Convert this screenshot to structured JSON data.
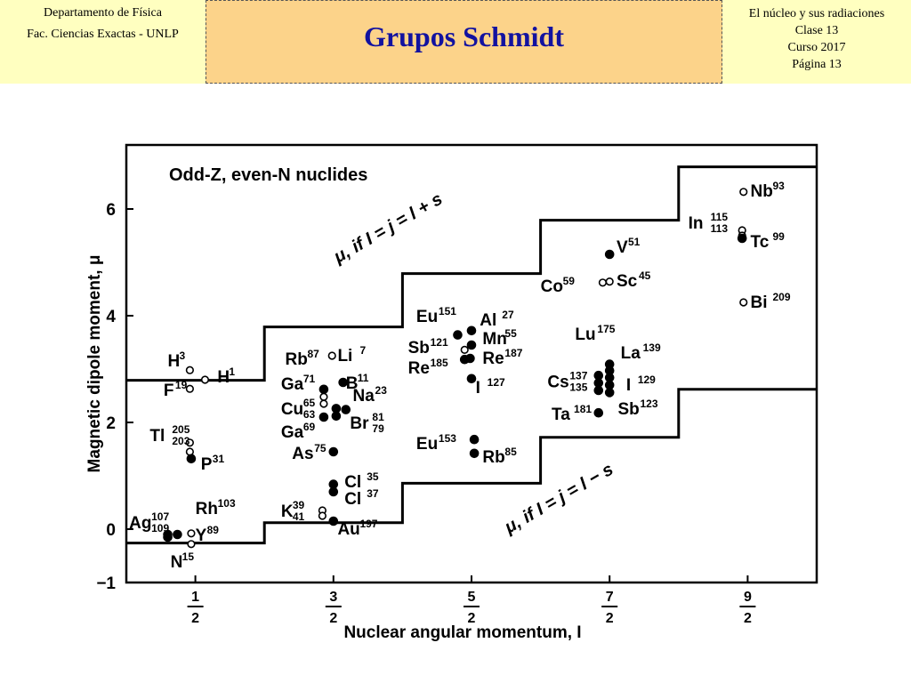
{
  "header": {
    "left_line1": "Departamento de Física",
    "left_line2": "Fac. Ciencias Exactas - UNLP",
    "title": "Grupos Schmidt",
    "right_line1": "El núcleo y sus radiaciones",
    "right_line2": "Clase 13",
    "right_line3": "Curso 2017",
    "right_line4": "Página 13"
  },
  "chart_data": {
    "type": "scatter",
    "title": "Odd-Z, even-N nuclides",
    "xlabel": "Nuclear angular momentum, I",
    "ylabel": "Magnetic dipole moment, μ",
    "xlim": [
      0,
      5
    ],
    "ylim": [
      -1,
      7.2
    ],
    "xticks": [
      {
        "x": 0.5,
        "num": "1",
        "den": "2"
      },
      {
        "x": 1.5,
        "num": "3",
        "den": "2"
      },
      {
        "x": 2.5,
        "num": "5",
        "den": "2"
      },
      {
        "x": 3.5,
        "num": "7",
        "den": "2"
      },
      {
        "x": 4.5,
        "num": "9",
        "den": "2"
      }
    ],
    "yticks": [
      {
        "y": 6,
        "label": "6"
      },
      {
        "y": 4,
        "label": "4"
      },
      {
        "y": 2,
        "label": "2"
      },
      {
        "y": 0,
        "label": "0"
      },
      {
        "y": -1,
        "label": "−1"
      }
    ],
    "schmidt_upper_label": "μ, if I = j = l + s",
    "schmidt_lower_label": "μ, if I = j = l − s",
    "schmidt_upper": [
      {
        "I": 0.5,
        "mu": 2.79
      },
      {
        "I": 1.5,
        "mu": 3.79
      },
      {
        "I": 2.5,
        "mu": 4.79
      },
      {
        "I": 3.5,
        "mu": 5.79
      },
      {
        "I": 4.5,
        "mu": 6.79
      }
    ],
    "schmidt_lower": [
      {
        "I": 0.5,
        "mu": -0.26
      },
      {
        "I": 1.5,
        "mu": 0.12
      },
      {
        "I": 2.5,
        "mu": 0.86
      },
      {
        "I": 3.5,
        "mu": 1.72
      },
      {
        "I": 4.5,
        "mu": 2.62
      }
    ],
    "points": [
      {
        "I": 0.46,
        "mu": 2.98,
        "filled": false
      },
      {
        "I": 0.57,
        "mu": 2.8,
        "filled": false
      },
      {
        "I": 0.46,
        "mu": 2.63,
        "filled": false
      },
      {
        "I": 0.46,
        "mu": 1.62,
        "filled": false
      },
      {
        "I": 0.46,
        "mu": 1.45,
        "filled": false
      },
      {
        "I": 0.47,
        "mu": 1.32,
        "filled": true
      },
      {
        "I": 0.3,
        "mu": -0.1,
        "filled": true
      },
      {
        "I": 0.3,
        "mu": -0.15,
        "filled": true
      },
      {
        "I": 0.37,
        "mu": -0.1,
        "filled": true
      },
      {
        "I": 0.47,
        "mu": -0.08,
        "filled": false
      },
      {
        "I": 0.47,
        "mu": -0.28,
        "filled": false
      },
      {
        "I": 1.49,
        "mu": 3.25,
        "filled": false
      },
      {
        "I": 1.57,
        "mu": 2.75,
        "filled": true
      },
      {
        "I": 1.43,
        "mu": 2.62,
        "filled": true
      },
      {
        "I": 1.43,
        "mu": 2.48,
        "filled": false
      },
      {
        "I": 1.43,
        "mu": 2.35,
        "filled": false
      },
      {
        "I": 1.52,
        "mu": 2.26,
        "filled": true
      },
      {
        "I": 1.59,
        "mu": 2.24,
        "filled": true
      },
      {
        "I": 1.52,
        "mu": 2.12,
        "filled": true
      },
      {
        "I": 1.43,
        "mu": 2.1,
        "filled": true
      },
      {
        "I": 1.5,
        "mu": 1.45,
        "filled": true
      },
      {
        "I": 1.5,
        "mu": 0.84,
        "filled": true
      },
      {
        "I": 1.5,
        "mu": 0.7,
        "filled": true
      },
      {
        "I": 1.42,
        "mu": 0.35,
        "filled": false
      },
      {
        "I": 1.42,
        "mu": 0.25,
        "filled": false
      },
      {
        "I": 1.5,
        "mu": 0.15,
        "filled": true
      },
      {
        "I": 2.4,
        "mu": 3.64,
        "filled": true
      },
      {
        "I": 2.5,
        "mu": 3.72,
        "filled": true
      },
      {
        "I": 2.5,
        "mu": 3.45,
        "filled": true
      },
      {
        "I": 2.45,
        "mu": 3.36,
        "filled": false
      },
      {
        "I": 2.45,
        "mu": 3.18,
        "filled": true
      },
      {
        "I": 2.49,
        "mu": 3.2,
        "filled": true
      },
      {
        "I": 2.5,
        "mu": 2.82,
        "filled": true
      },
      {
        "I": 2.52,
        "mu": 1.68,
        "filled": true
      },
      {
        "I": 2.52,
        "mu": 1.42,
        "filled": true
      },
      {
        "I": 3.5,
        "mu": 5.15,
        "filled": true
      },
      {
        "I": 3.45,
        "mu": 4.62,
        "filled": false
      },
      {
        "I": 3.5,
        "mu": 4.64,
        "filled": false
      },
      {
        "I": 3.5,
        "mu": 3.09,
        "filled": true
      },
      {
        "I": 3.5,
        "mu": 2.97,
        "filled": true
      },
      {
        "I": 3.5,
        "mu": 2.84,
        "filled": true
      },
      {
        "I": 3.5,
        "mu": 2.7,
        "filled": true
      },
      {
        "I": 3.5,
        "mu": 2.56,
        "filled": true
      },
      {
        "I": 3.42,
        "mu": 2.88,
        "filled": true
      },
      {
        "I": 3.42,
        "mu": 2.74,
        "filled": true
      },
      {
        "I": 3.42,
        "mu": 2.6,
        "filled": true
      },
      {
        "I": 3.42,
        "mu": 2.18,
        "filled": true
      },
      {
        "I": 4.47,
        "mu": 6.32,
        "filled": false
      },
      {
        "I": 4.46,
        "mu": 5.6,
        "filled": false
      },
      {
        "I": 4.46,
        "mu": 5.5,
        "filled": false
      },
      {
        "I": 4.46,
        "mu": 5.45,
        "filled": true
      },
      {
        "I": 4.47,
        "mu": 4.25,
        "filled": false
      }
    ],
    "labels": [
      {
        "I": 0.3,
        "mu": 3.05,
        "text": "H",
        "sup": "3"
      },
      {
        "I": 0.66,
        "mu": 2.75,
        "text": "H",
        "sup": "1"
      },
      {
        "I": 0.27,
        "mu": 2.5,
        "text": "F",
        "sup": "19"
      },
      {
        "I": 0.17,
        "mu": 1.65,
        "text": "Tl",
        "sup": "205",
        "sub": "203"
      },
      {
        "I": 0.54,
        "mu": 1.12,
        "text": "P",
        "sup": "31"
      },
      {
        "I": 0.02,
        "mu": 0.02,
        "text": "Ag",
        "sup": "107",
        "sub": "109"
      },
      {
        "I": 0.5,
        "mu": 0.28,
        "text": "Rh",
        "sup": "103"
      },
      {
        "I": 0.5,
        "mu": -0.22,
        "text": "Y",
        "sup": "89"
      },
      {
        "I": 0.32,
        "mu": -0.72,
        "text": "N",
        "sup": "15"
      },
      {
        "I": 1.53,
        "mu": 3.15,
        "text": "Li",
        "sup": "7"
      },
      {
        "I": 1.15,
        "mu": 3.08,
        "text": "Rb",
        "sup": "87"
      },
      {
        "I": 1.59,
        "mu": 2.63,
        "text": "B",
        "sup": "11"
      },
      {
        "I": 1.12,
        "mu": 2.62,
        "text": "Ga",
        "sup": "71"
      },
      {
        "I": 1.64,
        "mu": 2.4,
        "text": "Na",
        "sup": "23"
      },
      {
        "I": 1.12,
        "mu": 2.15,
        "text": "Cu",
        "sup": "65",
        "sub": "63"
      },
      {
        "I": 1.62,
        "mu": 1.88,
        "text": "Br",
        "sup": "81",
        "sub": "79"
      },
      {
        "I": 1.12,
        "mu": 1.72,
        "text": "Ga",
        "sup": "69"
      },
      {
        "I": 1.2,
        "mu": 1.32,
        "text": "As",
        "sup": "75"
      },
      {
        "I": 1.58,
        "mu": 0.78,
        "text": "Cl",
        "sup": "35"
      },
      {
        "I": 1.58,
        "mu": 0.47,
        "text": "Cl",
        "sup": "37"
      },
      {
        "I": 1.12,
        "mu": 0.23,
        "text": "K",
        "sup": "39",
        "sub": "41"
      },
      {
        "I": 1.53,
        "mu": -0.1,
        "text": "Au",
        "sup": "197"
      },
      {
        "I": 2.1,
        "mu": 3.88,
        "text": "Eu",
        "sup": "151"
      },
      {
        "I": 2.56,
        "mu": 3.82,
        "text": "Al",
        "sup": "27"
      },
      {
        "I": 2.04,
        "mu": 3.3,
        "text": "Sb",
        "sup": "121"
      },
      {
        "I": 2.58,
        "mu": 3.47,
        "text": "Mn",
        "sup": "55"
      },
      {
        "I": 2.04,
        "mu": 2.92,
        "text": "Re",
        "sup": "185"
      },
      {
        "I": 2.58,
        "mu": 3.1,
        "text": "Re",
        "sup": "187"
      },
      {
        "I": 2.53,
        "mu": 2.55,
        "text": "I",
        "sup": "127"
      },
      {
        "I": 2.1,
        "mu": 1.5,
        "text": "Eu",
        "sup": "153"
      },
      {
        "I": 2.58,
        "mu": 1.25,
        "text": "Rb",
        "sup": "85"
      },
      {
        "I": 3.55,
        "mu": 5.18,
        "text": "V",
        "sup": "51"
      },
      {
        "I": 3.0,
        "mu": 4.45,
        "text": "Co",
        "sup": "59"
      },
      {
        "I": 3.55,
        "mu": 4.55,
        "text": "Sc",
        "sup": "45"
      },
      {
        "I": 3.25,
        "mu": 3.55,
        "text": "Lu",
        "sup": "175"
      },
      {
        "I": 3.58,
        "mu": 3.2,
        "text": "La",
        "sup": "139"
      },
      {
        "I": 3.05,
        "mu": 2.66,
        "text": "Cs",
        "sup": "137",
        "sub": "135"
      },
      {
        "I": 3.62,
        "mu": 2.6,
        "text": "I",
        "sup": "129"
      },
      {
        "I": 3.08,
        "mu": 2.05,
        "text": "Ta",
        "sup": "181"
      },
      {
        "I": 3.56,
        "mu": 2.15,
        "text": "Sb",
        "sup": "123"
      },
      {
        "I": 4.52,
        "mu": 6.23,
        "text": "Nb",
        "sup": "93"
      },
      {
        "I": 4.07,
        "mu": 5.63,
        "text": "In",
        "sup": "115",
        "sub": "113"
      },
      {
        "I": 4.52,
        "mu": 5.28,
        "text": "Tc",
        "sup": "99"
      },
      {
        "I": 4.52,
        "mu": 4.15,
        "text": "Bi",
        "sup": "209"
      }
    ]
  }
}
